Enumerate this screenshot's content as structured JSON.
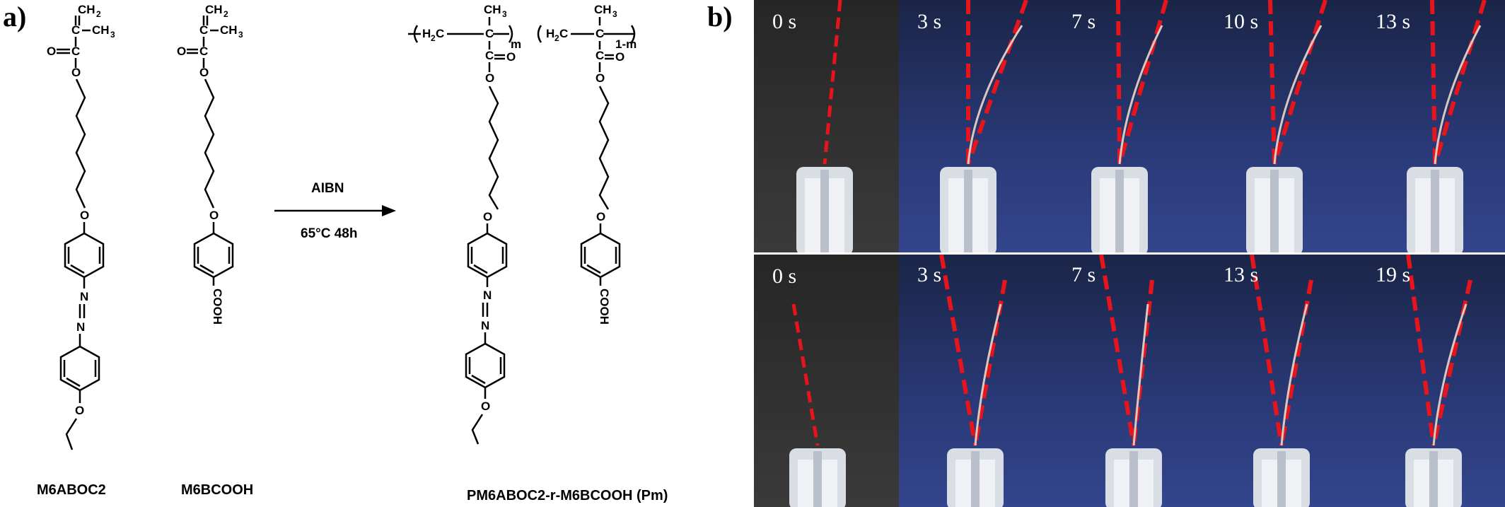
{
  "panel_a": {
    "label": "a)",
    "monomer1": "M6ABOC2",
    "monomer2": "M6BCOOH",
    "polymer": "PM6ABOC2-r-M6BCOOH (Pm)",
    "reagent": "AIBN",
    "conditions": "65°C 48h"
  },
  "panel_b": {
    "label": "b)",
    "top_row": [
      "0 s",
      "3 s",
      "7 s",
      "10 s",
      "13 s"
    ],
    "bottom_row": [
      "0 s",
      "3 s",
      "7 s",
      "13 s",
      "19 s"
    ]
  },
  "colors": {
    "guide_line": "#e8141c",
    "background_early": "#2a2a2a",
    "background_late": "#233062"
  }
}
